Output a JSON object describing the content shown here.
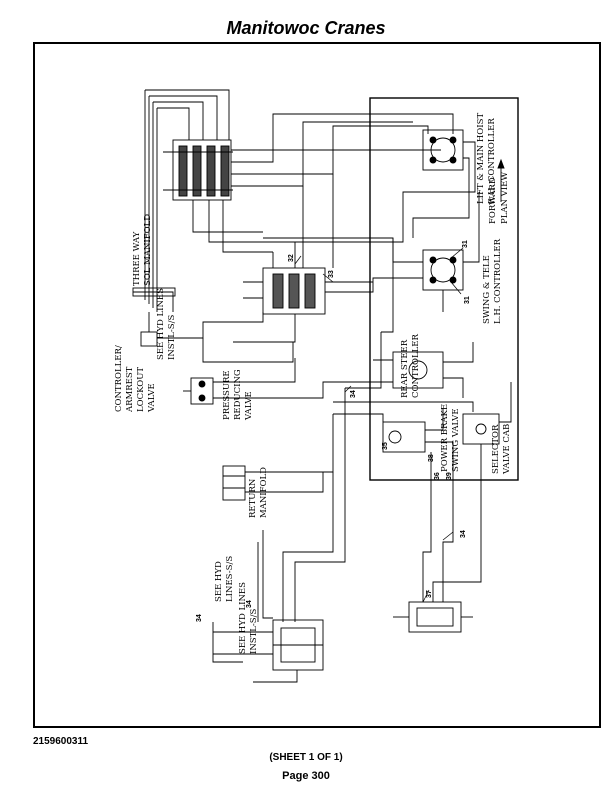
{
  "header": {
    "title": "Manitowoc Cranes"
  },
  "drawing": {
    "labels": {
      "forward_1": "FORWARD",
      "forward_2": "PLAN VIEW",
      "lift_1": "LIFT & MAIN HOIST",
      "lift_2": "R.H. CONTROLLER",
      "swing_1": "SWING & TELE",
      "swing_2": "L.H. CONTROLLER",
      "rear_1": "REAR STEER",
      "rear_2": "CONTROLLER",
      "power_1": "POWER BRAKE",
      "power_2": "SWING VALVE",
      "selector_1": "SELECTOR",
      "selector_2": "VALVE CAB",
      "three_1": "THREE WAY",
      "three_2": "SOL MANIFOLD",
      "seehyd_top_1": "SEE HYD LINES",
      "seehyd_top_2": "INSTL-S/S",
      "controller_1": "CONTROLLER/",
      "controller_2": "ARMREST",
      "controller_3": "LOCKOUT",
      "controller_4": "VALVE",
      "pressure_1": "PRESSURE",
      "pressure_2": "REDUCING",
      "pressure_3": "VALVE",
      "return_1": "RETURN",
      "return_2": "MANIFOLD",
      "seehyd_a_1": "SEE HYD",
      "seehyd_a_2": "LINES-S/S",
      "seehyd_b_1": "SEE HYD LINES",
      "seehyd_b_2": "INSTL-S/S"
    },
    "callouts": {
      "n31a": "31",
      "n31b": "31",
      "n32": "32",
      "n33": "33",
      "n34a": "34",
      "n34b": "34",
      "n34c": "34",
      "n34d": "34",
      "n35": "35",
      "n36": "36",
      "n37": "37",
      "n38": "38",
      "n39": "39"
    }
  },
  "footer": {
    "doc_number": "2159600311",
    "sheet": "(SHEET 1 OF 1)",
    "page": "Page 300"
  }
}
